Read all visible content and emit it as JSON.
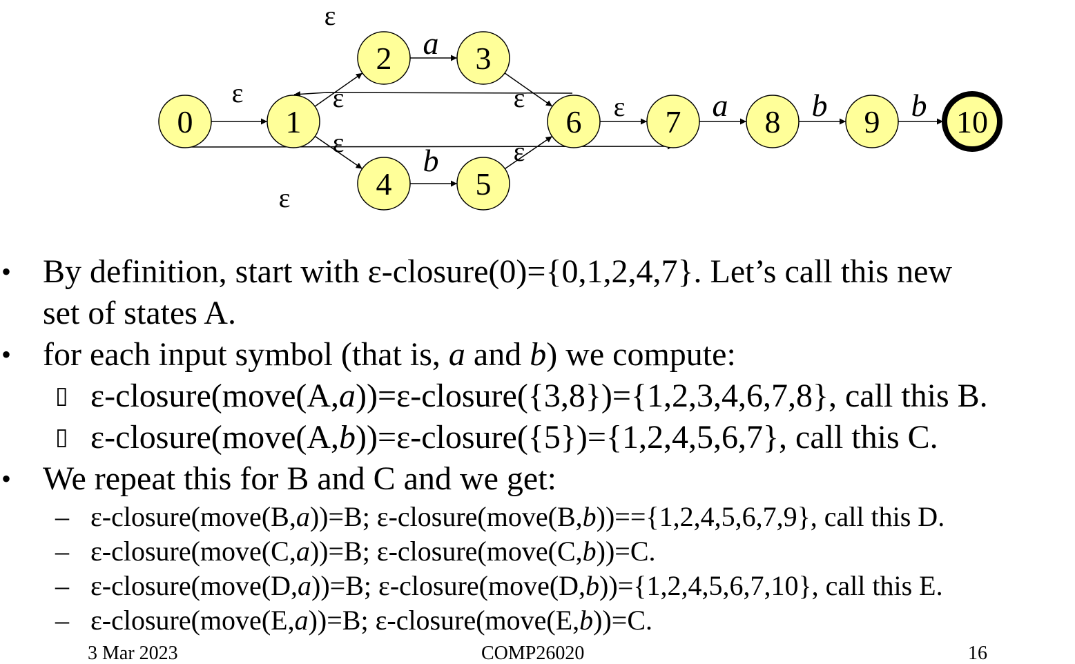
{
  "diagram": {
    "states": [
      {
        "id": "0",
        "label": "0",
        "accepting": false
      },
      {
        "id": "1",
        "label": "1",
        "accepting": false
      },
      {
        "id": "2",
        "label": "2",
        "accepting": false
      },
      {
        "id": "3",
        "label": "3",
        "accepting": false
      },
      {
        "id": "4",
        "label": "4",
        "accepting": false
      },
      {
        "id": "5",
        "label": "5",
        "accepting": false
      },
      {
        "id": "6",
        "label": "6",
        "accepting": false
      },
      {
        "id": "7",
        "label": "7",
        "accepting": false
      },
      {
        "id": "8",
        "label": "8",
        "accepting": false
      },
      {
        "id": "9",
        "label": "9",
        "accepting": false
      },
      {
        "id": "10",
        "label": "10",
        "accepting": true
      }
    ],
    "transitions": [
      {
        "from": "0",
        "to": "1",
        "label": "ε"
      },
      {
        "from": "1",
        "to": "2",
        "label": "ε"
      },
      {
        "from": "1",
        "to": "4",
        "label": "ε"
      },
      {
        "from": "2",
        "to": "3",
        "label": "a"
      },
      {
        "from": "4",
        "to": "5",
        "label": "b"
      },
      {
        "from": "3",
        "to": "6",
        "label": "ε"
      },
      {
        "from": "5",
        "to": "6",
        "label": "ε"
      },
      {
        "from": "6",
        "to": "1",
        "label": "ε"
      },
      {
        "from": "6",
        "to": "7",
        "label": "ε"
      },
      {
        "from": "0",
        "to": "7",
        "label": "ε"
      },
      {
        "from": "7",
        "to": "8",
        "label": "a"
      },
      {
        "from": "8",
        "to": "9",
        "label": "b"
      },
      {
        "from": "9",
        "to": "10",
        "label": "b"
      }
    ],
    "state_fill": "#ffff99",
    "stroke": "#000000"
  },
  "bullets": {
    "b1": {
      "mark": "•",
      "prefix": "By definition, start with ε-closure(0)={0,1,2,4,7}. Let’s call this new",
      "line2": "set of states A."
    },
    "b2": {
      "mark": "•",
      "t1": "for each input symbol (that is, ",
      "s1": "a",
      "t2": " and ",
      "s2": "b",
      "t3": ") we compute:"
    },
    "b2a": {
      "mark": "",
      "t1": "ε-closure(move(A,",
      "s": "a",
      "t2": "))=ε-closure({3,8})={1,2,3,4,6,7,8}, call this B."
    },
    "b2b": {
      "mark": "",
      "t1": "ε-closure(move(A,",
      "s": "b",
      "t2": "))=ε-closure({5})={1,2,4,5,6,7}, call this C."
    },
    "b3": {
      "mark": "•",
      "text": "We repeat this for B and C and we get:"
    },
    "sub": [
      {
        "mark": "–",
        "t1": "ε-closure(move(B,",
        "s1": "a",
        "t2": "))=B; ε-closure(move(B,",
        "s2": "b",
        "t3": "))=={1,2,4,5,6,7,9}, call this D."
      },
      {
        "mark": "–",
        "t1": "ε-closure(move(C,",
        "s1": "a",
        "t2": "))=B; ε-closure(move(C,",
        "s2": "b",
        "t3": "))=C."
      },
      {
        "mark": "–",
        "t1": "ε-closure(move(D,",
        "s1": "a",
        "t2": "))=B; ε-closure(move(D,",
        "s2": "b",
        "t3": "))={1,2,4,5,6,7,10}, call this E."
      },
      {
        "mark": "–",
        "t1": "ε-closure(move(E,",
        "s1": "a",
        "t2": "))=B; ε-closure(move(E,",
        "s2": "b",
        "t3": "))=C."
      }
    ]
  },
  "footer": {
    "date": "3 Mar 2023",
    "course": "COMP26020",
    "page": "16"
  }
}
